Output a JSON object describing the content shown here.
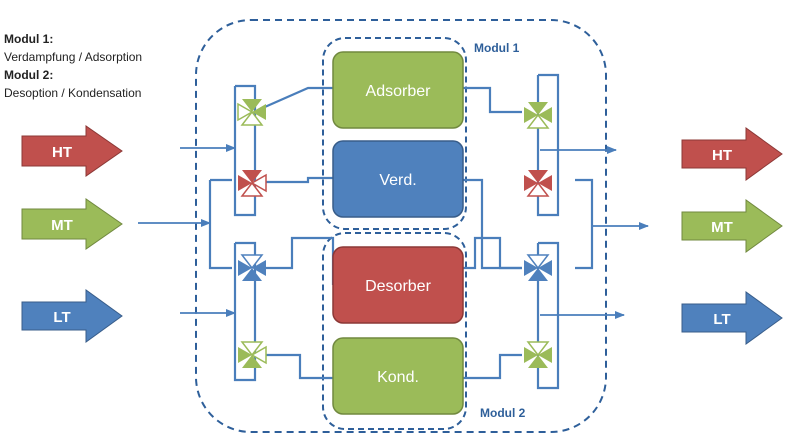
{
  "legend": {
    "module1_title": "Modul 1:",
    "module1_desc": "Verdampfung / Adsorption",
    "module2_title": "Modul 2:",
    "module2_desc": "Desoption / Kondensation"
  },
  "module_labels": {
    "modul1": "Modul 1",
    "modul2": "Modul 2"
  },
  "components": {
    "adsorber": "Adsorber",
    "verd": "Verd.",
    "desorber": "Desorber",
    "kond": "Kond."
  },
  "inputs": {
    "ht": "HT",
    "mt": "MT",
    "lt": "LT"
  },
  "outputs": {
    "ht": "HT",
    "mt": "MT",
    "lt": "LT"
  },
  "colors": {
    "red": "#c0504d",
    "green": "#9bbb59",
    "blue": "#4f81bd",
    "line_blue": "#4a7ebb",
    "dash_blue": "#2e5f9a"
  }
}
